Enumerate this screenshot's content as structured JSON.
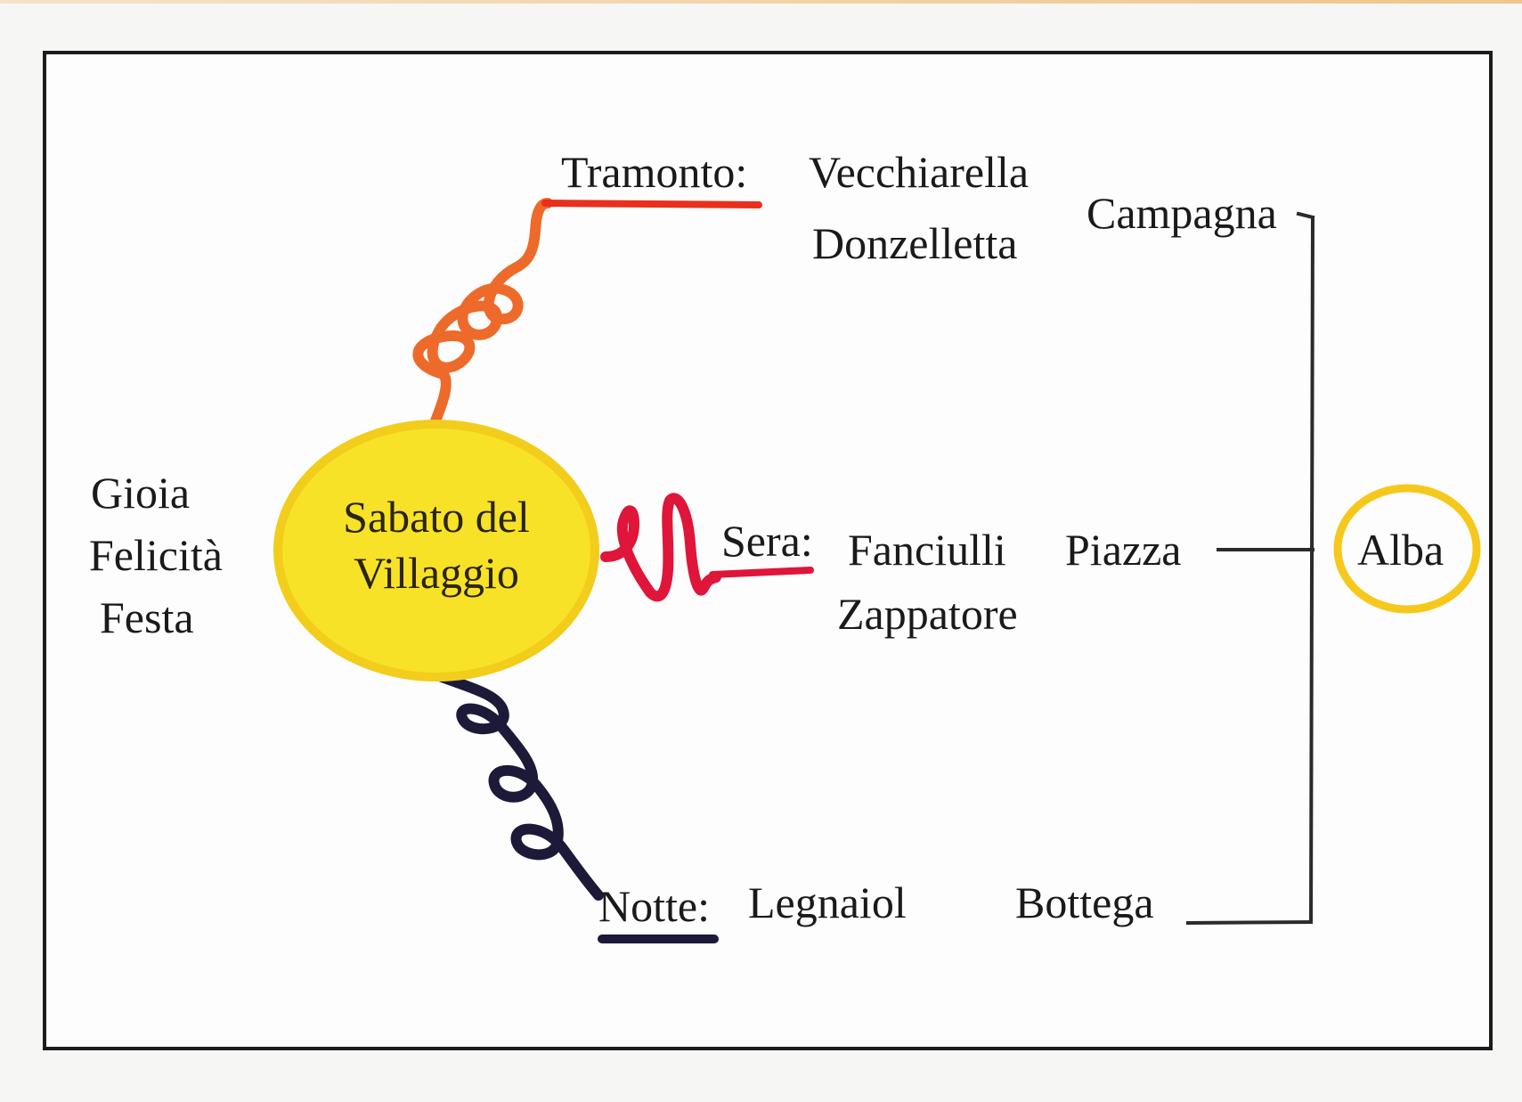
{
  "center": {
    "line1": "Sabato del",
    "line2": "Villaggio",
    "fill": "#f7e227",
    "stroke": "#f2cd1c"
  },
  "moods": {
    "items": [
      "Gioia",
      "Felicità",
      "Festa"
    ]
  },
  "tramonto": {
    "label": "Tramonto:",
    "people": [
      "Vecchiarella",
      "Donzelletta"
    ],
    "place": "Campagna",
    "color": "#ee6a2a",
    "underline": "#e8301c"
  },
  "sera": {
    "label": "Sera:",
    "people": [
      "Fanciulli",
      "Zappatore"
    ],
    "place": "Piazza",
    "color": "#e0153a"
  },
  "notte": {
    "label": "Notte:",
    "people": [
      "Legnaiol"
    ],
    "place": "Bottega",
    "color": "#1c1a38"
  },
  "alba": {
    "label": "Alba",
    "ring": "#f6c81c"
  }
}
